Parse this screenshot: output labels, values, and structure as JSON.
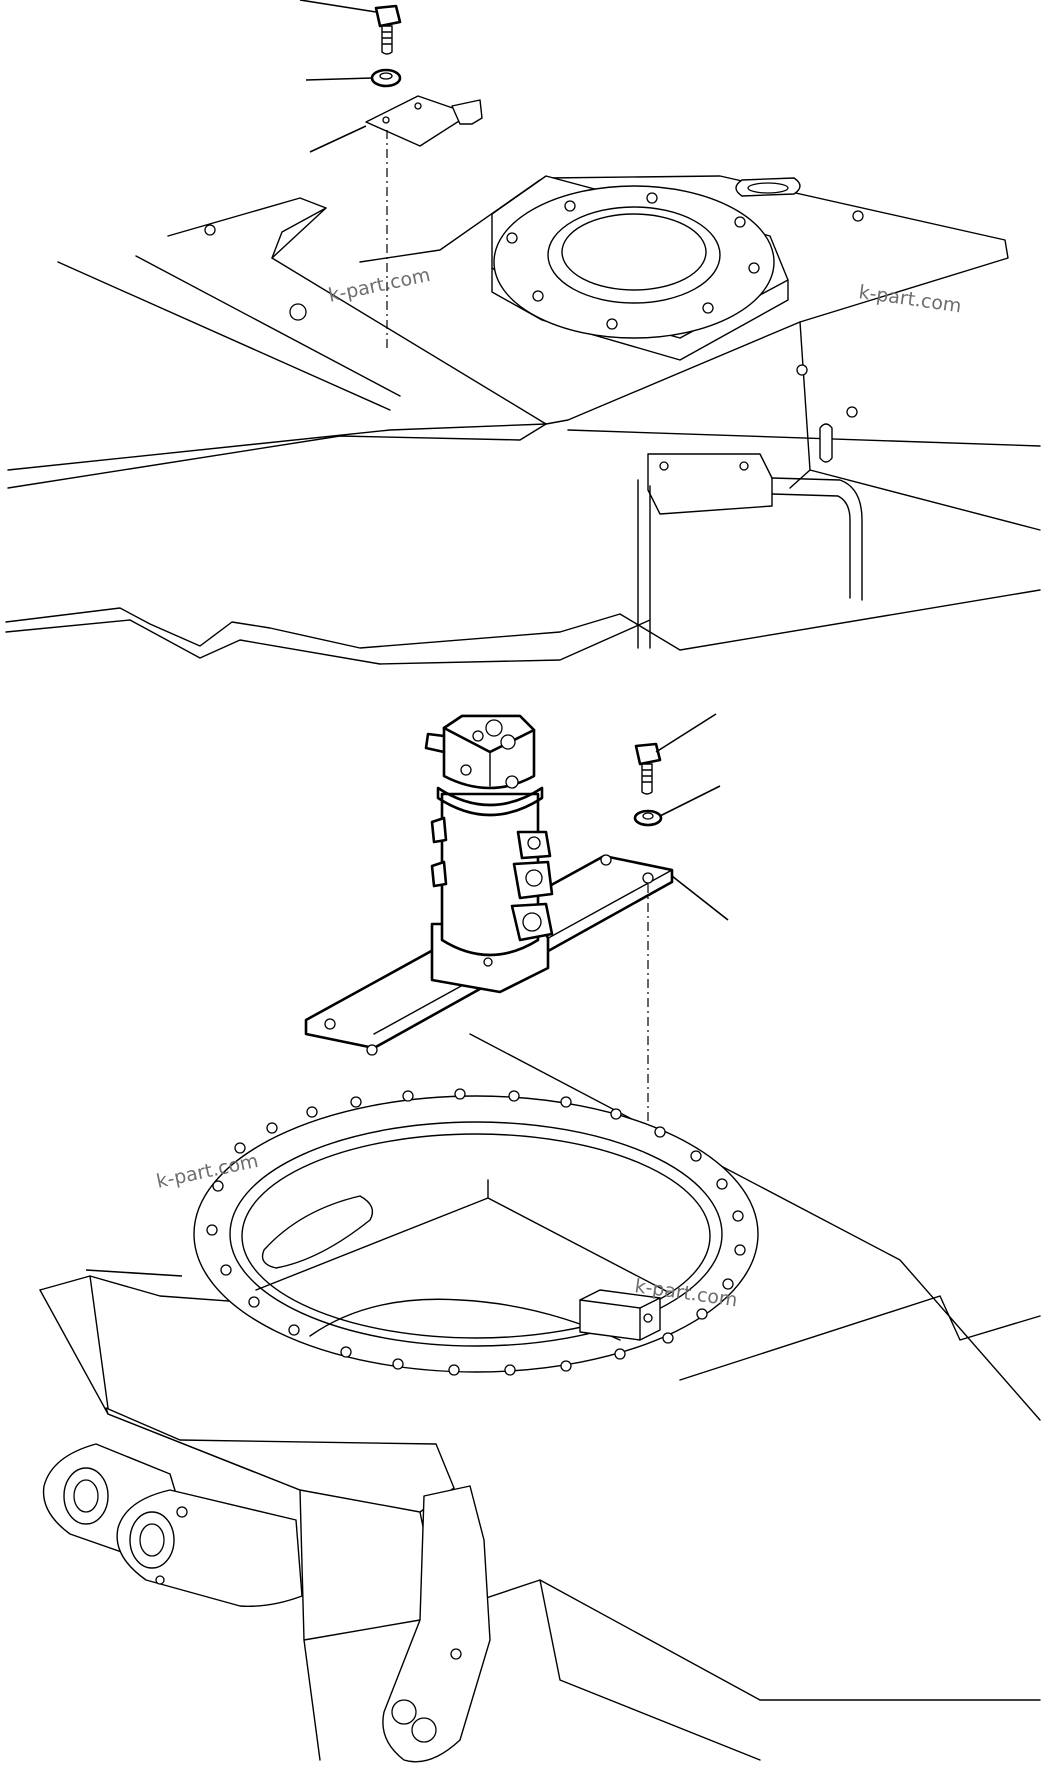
{
  "watermarks": {
    "wm1": "k-part.com",
    "wm2": "k-part.com",
    "wm3": "k-part.com",
    "wm4": "k-part.com"
  },
  "colors": {
    "line": "#000000",
    "background": "#ffffff",
    "watermark": "#6e6e6e"
  }
}
